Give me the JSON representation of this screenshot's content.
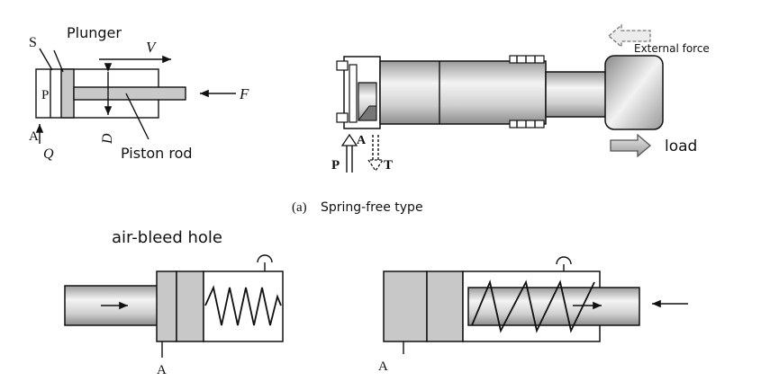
{
  "labels": {
    "s": "S",
    "plunger": "Plunger",
    "v": "V",
    "p_left": "P",
    "f": "F",
    "d": "D",
    "a_left": "A",
    "q": "Q",
    "piston_rod": "Piston rod",
    "external_force": "External force",
    "load": "load",
    "a_mid": "A",
    "p_mid": "P",
    "t_mid": "T",
    "caption_letter": "(a)",
    "caption_text": "Spring-free type",
    "air_bleed_hole": "air-bleed hole",
    "a_bottom_left": "A",
    "a_bottom_right": "A"
  },
  "colors": {
    "line": "#111111",
    "plunger_fill": "#c8c8c8",
    "metal_light": "#f2f2f2",
    "metal_dark": "#7a7a7a"
  }
}
